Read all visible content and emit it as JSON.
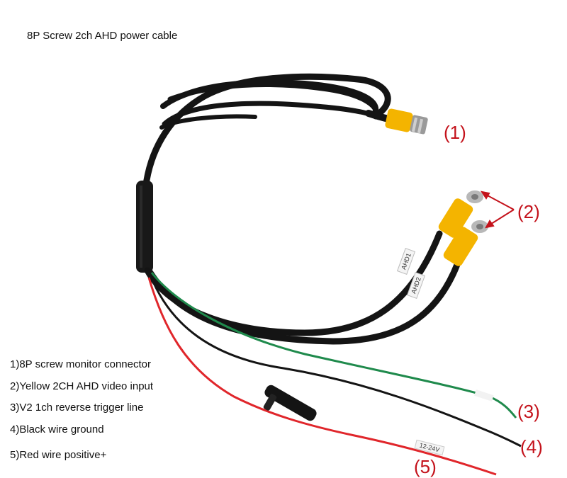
{
  "title": "8P Screw 2ch AHD power cable",
  "callouts": [
    "(1)",
    "(2)",
    "(3)",
    "(4)",
    "(5)"
  ],
  "legend": [
    "1)8P screw monitor connector",
    "2)Yellow 2CH AHD video input",
    "3)V2 1ch reverse trigger line",
    "4)Black wire ground",
    "5)Red wire positive+"
  ],
  "wire_tags": {
    "ahd1": "AHD1",
    "ahd2": "AHD2",
    "voltage": "12-24V"
  },
  "colors": {
    "callout_red": "#c4121b",
    "connector_yellow": "#f4b400",
    "cable_black": "#141414",
    "wire_green": "#1f8a4c",
    "wire_red": "#e0262b"
  }
}
